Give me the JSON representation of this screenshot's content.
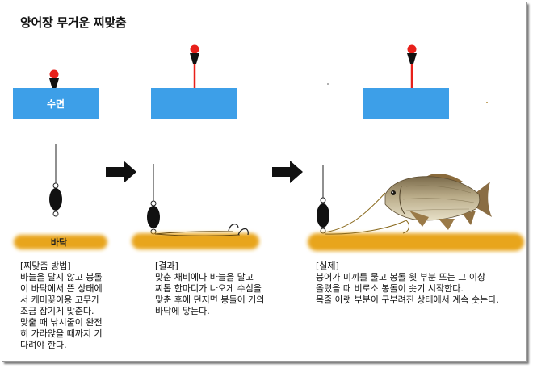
{
  "title": "양어장 무거운 찌맞춤",
  "labels": {
    "water_surface": "수면",
    "bottom": "바닥"
  },
  "panels": [
    {
      "text": "[찌맞춤 방법]\n바늘을 달지 않고 봉돌\n이 바닥에서 뜬 상태에\n서 케미꽂이용 고무가\n조금 잠기게 맞춘다.\n맞출 때 낚시줄이 완전\n히 가라앉을 때까지 기\n다려야 한다."
    },
    {
      "text": "[결과]\n맞춘 채비에다 바늘을 달고\n찌톱 한마디가 나오게 수심을\n맞춘 후에 던지면 봉돌이 거의\n바닥에 닿는다."
    },
    {
      "text": "[실제]\n붕어가 미끼를 물고 봉돌 윗 부분 또는 그 이상\n올렸을 때 비로소 봉돌이 솟기 시작한다.\n목줄 아랫 부분이 구부려진 상태에서 계속 솟는다."
    }
  ],
  "colors": {
    "water": "#3d9fe8",
    "bottom": "#e8a51c",
    "float_top": "#e8201a",
    "arrow": "#111111",
    "line": "#8a6a1e"
  }
}
